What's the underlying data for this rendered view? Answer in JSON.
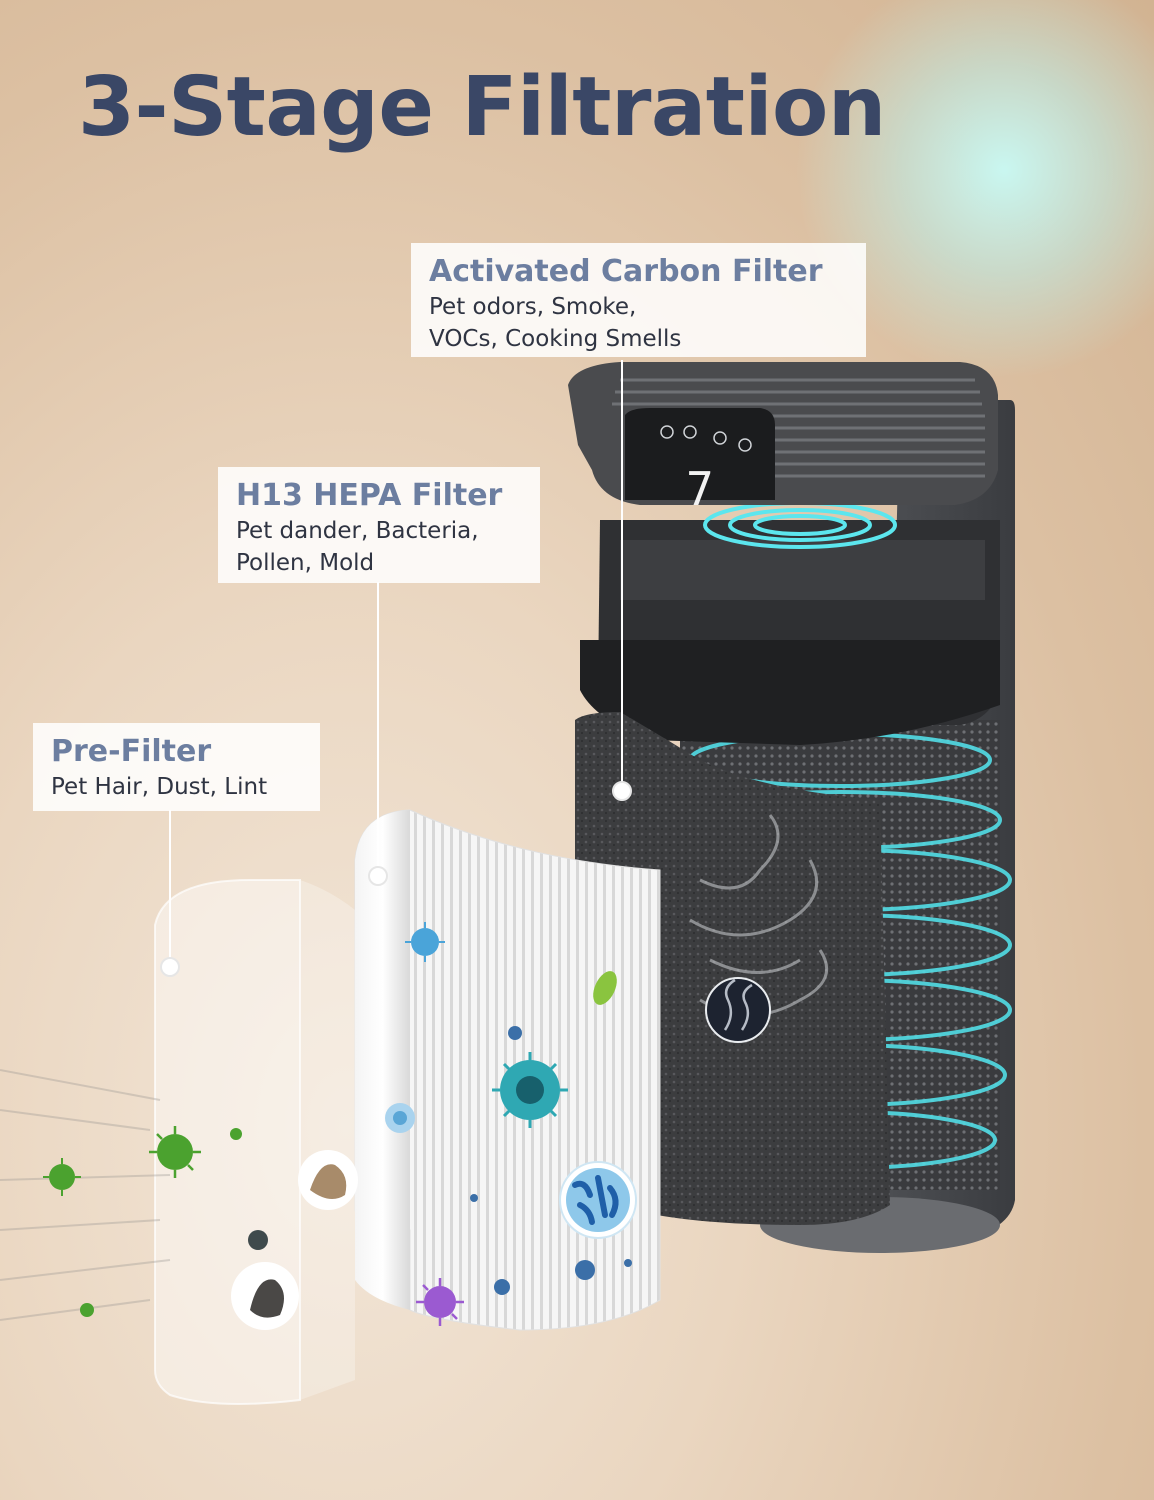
{
  "headline": "3-Stage Filtration",
  "callouts": {
    "carbon": {
      "title": "Activated Carbon Filter",
      "line1": "Pet odors, Smoke,",
      "line2": "VOCs, Cooking Smells"
    },
    "hepa": {
      "title": "H13 HEPA Filter",
      "line1": "Pet dander, Bacteria,",
      "line2": "Pollen, Mold"
    },
    "prefilter": {
      "title": "Pre-Filter",
      "line1": "Pet Hair, Dust, Lint"
    }
  },
  "display": {
    "value": "7"
  },
  "colors": {
    "headline": "#3a4766",
    "callout_title": "#6c7ea0",
    "airflow": "#4fd6e0",
    "housing": "#4b4d50"
  },
  "icons": [
    "bacteria-icon",
    "virus-icon",
    "pet-hair-icon",
    "smoke-icon"
  ]
}
